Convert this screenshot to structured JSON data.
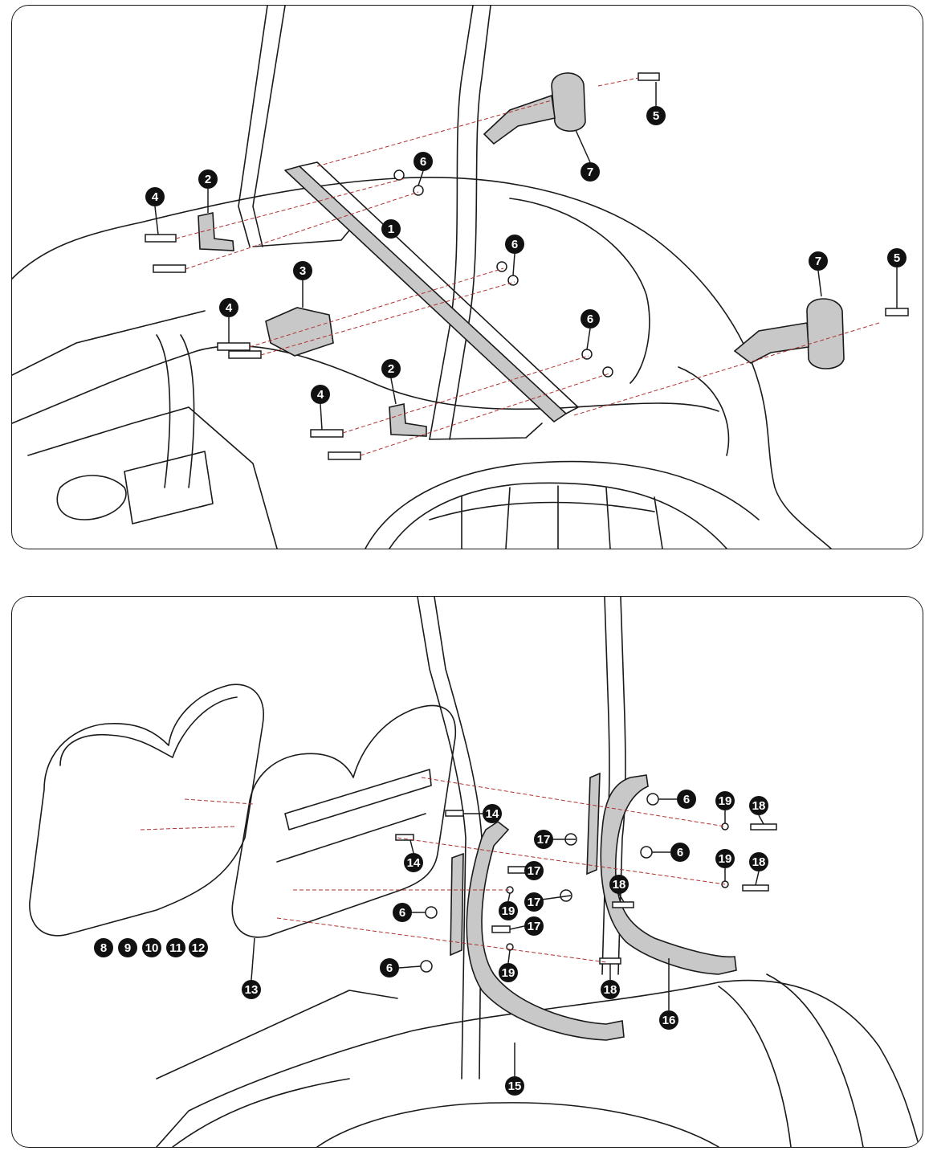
{
  "top_panel": {
    "callouts": [
      {
        "id": "c1",
        "label": "1"
      },
      {
        "id": "c2a",
        "label": "2"
      },
      {
        "id": "c2b",
        "label": "2"
      },
      {
        "id": "c3",
        "label": "3"
      },
      {
        "id": "c4a",
        "label": "4"
      },
      {
        "id": "c4b",
        "label": "4"
      },
      {
        "id": "c4c",
        "label": "4"
      },
      {
        "id": "c5a",
        "label": "5"
      },
      {
        "id": "c5b",
        "label": "5"
      },
      {
        "id": "c6a",
        "label": "6"
      },
      {
        "id": "c6b",
        "label": "6"
      },
      {
        "id": "c6c",
        "label": "6"
      },
      {
        "id": "c7a",
        "label": "7"
      },
      {
        "id": "c7b",
        "label": "7"
      }
    ]
  },
  "bottom_panel": {
    "callouts": [
      {
        "id": "d8",
        "label": "8"
      },
      {
        "id": "d9",
        "label": "9"
      },
      {
        "id": "d10",
        "label": "10"
      },
      {
        "id": "d11",
        "label": "11"
      },
      {
        "id": "d12",
        "label": "12"
      },
      {
        "id": "d13",
        "label": "13"
      },
      {
        "id": "d14a",
        "label": "14"
      },
      {
        "id": "d14b",
        "label": "14"
      },
      {
        "id": "d15",
        "label": "15"
      },
      {
        "id": "d16",
        "label": "16"
      },
      {
        "id": "d17a",
        "label": "17"
      },
      {
        "id": "d17b",
        "label": "17"
      },
      {
        "id": "d17c",
        "label": "17"
      },
      {
        "id": "d17d",
        "label": "17"
      },
      {
        "id": "d18a",
        "label": "18"
      },
      {
        "id": "d18b",
        "label": "18"
      },
      {
        "id": "d18c",
        "label": "18"
      },
      {
        "id": "d18d",
        "label": "18"
      },
      {
        "id": "d19a",
        "label": "19"
      },
      {
        "id": "d19b",
        "label": "19"
      },
      {
        "id": "d19c",
        "label": "19"
      },
      {
        "id": "d19d",
        "label": "19"
      },
      {
        "id": "d6a",
        "label": "6"
      },
      {
        "id": "d6b",
        "label": "6"
      },
      {
        "id": "d6c",
        "label": "6"
      },
      {
        "id": "d6d",
        "label": "6"
      }
    ]
  },
  "colors": {
    "line": "#1a1a1a",
    "leader": "#b03030",
    "part_fill": "#c8c8c8",
    "callout_fill": "#111111"
  }
}
